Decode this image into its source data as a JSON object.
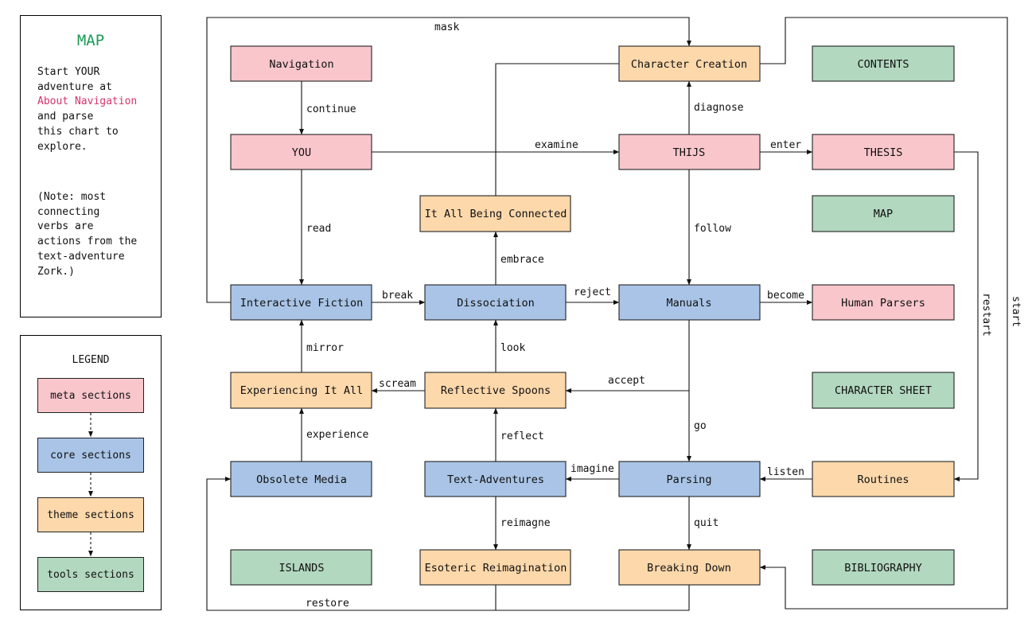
{
  "map_panel": {
    "title": "MAP",
    "intro_1": "Start YOUR",
    "intro_2": "adventure at",
    "intro_link": "About Navigation",
    "intro_3": "and parse",
    "intro_4": "this chart to",
    "intro_5": "explore.",
    "note_1": "(Note: most",
    "note_2": "connecting",
    "note_3": "verbs are",
    "note_4": "actions from the",
    "note_5": "text-adventure",
    "note_6": "Zork.)"
  },
  "legend": {
    "title": "LEGEND",
    "items": [
      {
        "label": "meta sections",
        "color": "#f8c6cb"
      },
      {
        "label": "core sections",
        "color": "#a9c4e6"
      },
      {
        "label": "theme sections",
        "color": "#fcd8ab"
      },
      {
        "label": "tools sections",
        "color": "#b2d8bf"
      }
    ]
  },
  "colors": {
    "meta": "#f8c6cb",
    "core": "#a9c4e6",
    "theme": "#fcd8ab",
    "tools": "#b2d8bf",
    "map_title": "#1a9a55",
    "link": "#d6336c"
  },
  "nodes": {
    "navigation": "Navigation",
    "you": "YOU",
    "interactive_fiction": "Interactive Fiction",
    "experiencing_it_all": "Experiencing It All",
    "obsolete_media": "Obsolete Media",
    "islands": "ISLANDS",
    "it_all_being_connected": "It All Being Connected",
    "dissociation": "Dissociation",
    "reflective_spoons": "Reflective Spoons",
    "text_adventures": "Text-Adventures",
    "esoteric_reimagination": "Esoteric Reimagination",
    "character_creation": "Character Creation",
    "thijs": "THIJS",
    "manuals": "Manuals",
    "parsing": "Parsing",
    "breaking_down": "Breaking Down",
    "contents": "CONTENTS",
    "thesis": "THESIS",
    "map": "MAP",
    "human_parsers": "Human Parsers",
    "character_sheet": "CHARACTER SHEET",
    "routines": "Routines",
    "bibliography": "BIBLIOGRAPHY"
  },
  "edges": {
    "mask": "mask",
    "continue": "continue",
    "examine": "examine",
    "diagnose": "diagnose",
    "enter": "enter",
    "read": "read",
    "follow": "follow",
    "embrace": "embrace",
    "break": "break",
    "reject": "reject",
    "become": "become",
    "mirror": "mirror",
    "look": "look",
    "scream": "scream",
    "accept": "accept",
    "experience": "experience",
    "reflect": "reflect",
    "go": "go",
    "imagine": "imagine",
    "listen": "listen",
    "reimagne": "reimagne",
    "quit": "quit",
    "restore": "restore",
    "restart": "restart",
    "start": "start"
  }
}
